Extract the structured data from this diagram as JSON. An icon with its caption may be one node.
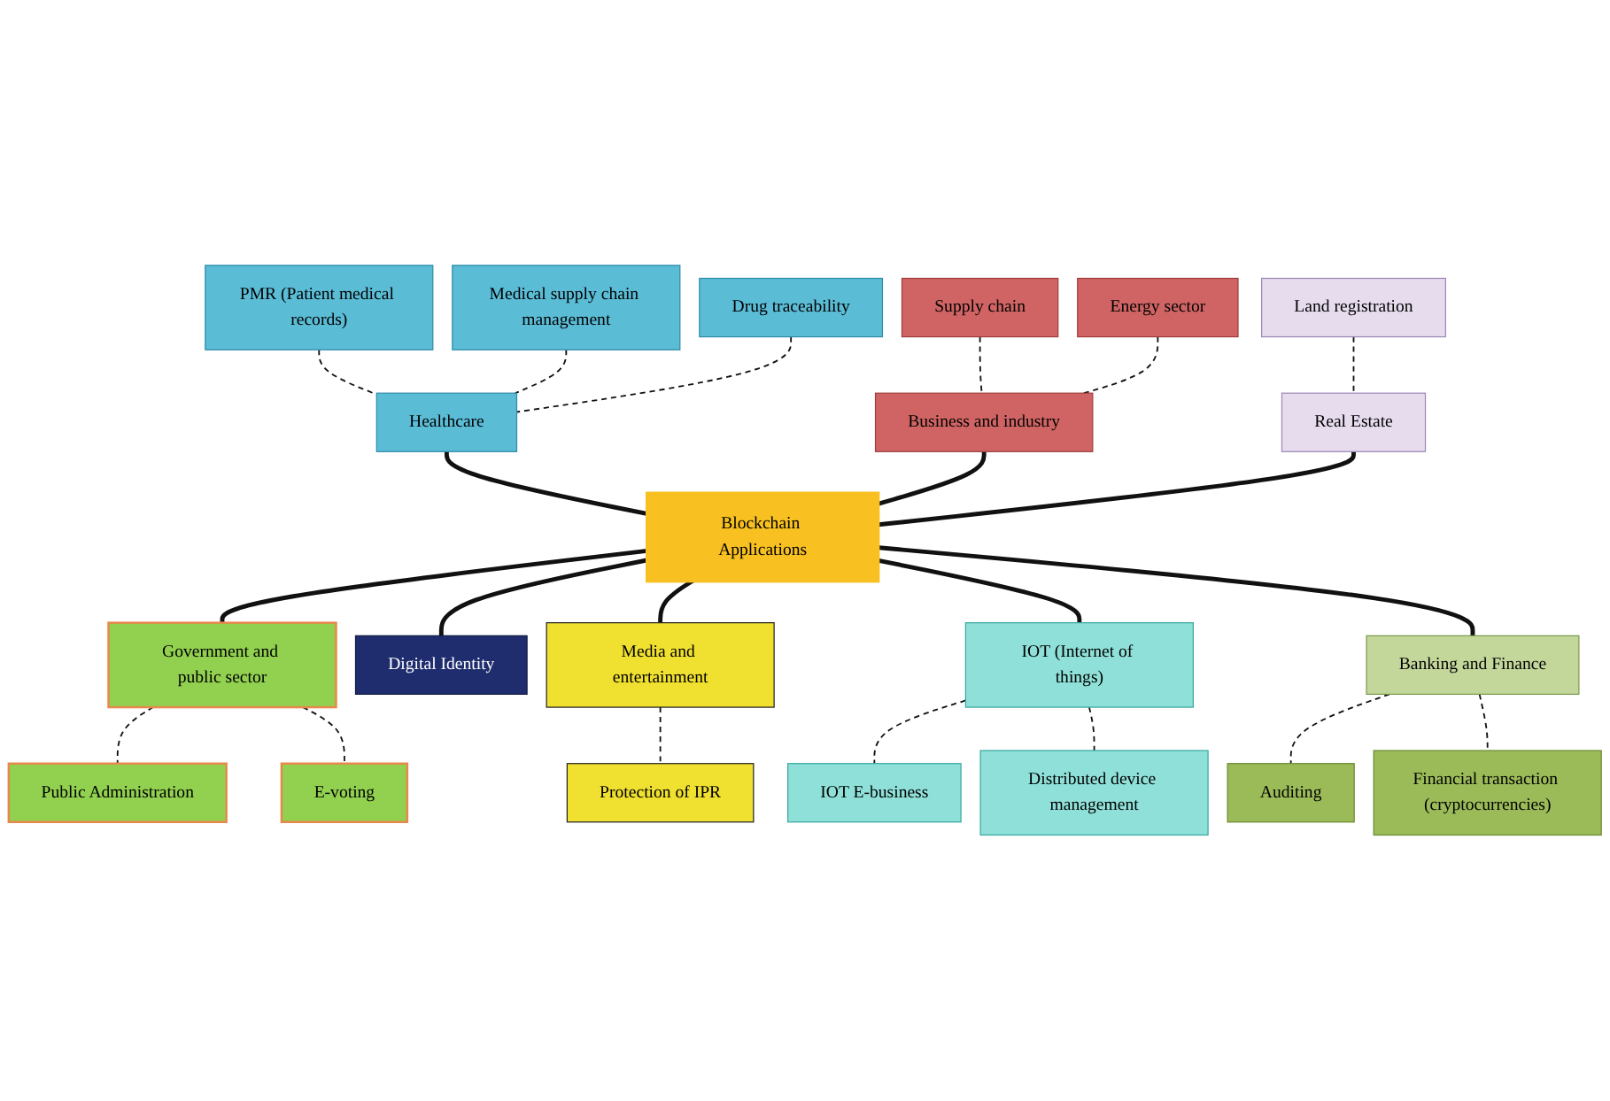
{
  "diagram": {
    "nodes": [
      {
        "text": [
          "PMR (Patient medical records)"
        ]
      },
      {
        "text": [
          "Medical supply chain management"
        ]
      },
      {
        "text": [
          "Drug traceability"
        ]
      },
      {
        "text": [
          "Healthcare"
        ]
      },
      {
        "text": [
          "Supply chain"
        ]
      },
      {
        "text": [
          "Energy sector"
        ]
      },
      {
        "text": [
          "Business and industry"
        ]
      },
      {
        "text": [
          "Land registration"
        ]
      },
      {
        "text": [
          "Real Estate"
        ]
      },
      {
        "text": [
          "Blockchain Applications"
        ]
      },
      {
        "text": [
          "Public Administration"
        ]
      },
      {
        "text": [
          "Government and public sector"
        ]
      },
      {
        "text": [
          "E-voting"
        ]
      },
      {
        "text": [
          "Digital Identity"
        ]
      },
      {
        "text": [
          "Media and entertainment"
        ]
      },
      {
        "text": [
          "Protection of IPR"
        ]
      },
      {
        "text": [
          "IOT (Internet of things)"
        ]
      },
      {
        "text": [
          "Banking and Finance"
        ]
      },
      {
        "text": [
          "IOT E-business"
        ]
      },
      {
        "text": [
          "Distributed device management"
        ]
      },
      {
        "text": [
          "Auditing"
        ]
      },
      {
        "text": [
          "Financial transaction (cryptocurrencies)"
        ]
      }
    ],
    "edges": [
      {
        "from": 0,
        "to": 3,
        "arrow": "none",
        "style": "dashed"
      },
      {
        "from": 1,
        "to": 3,
        "arrow": "none",
        "style": "dashed"
      },
      {
        "from": 2,
        "to": 3,
        "arrow": "none",
        "style": "dashed"
      },
      {
        "from": 4,
        "to": 6,
        "arrow": "none",
        "style": "dashed"
      },
      {
        "from": 5,
        "to": 6,
        "arrow": "none",
        "style": "dashed"
      },
      {
        "from": 7,
        "to": 8,
        "arrow": "none",
        "style": "dashed"
      },
      {
        "from": 3,
        "to": 9,
        "arrow": "none",
        "style": "thick"
      },
      {
        "from": 6,
        "to": 9,
        "arrow": "none",
        "style": "thick"
      },
      {
        "from": 8,
        "to": 9,
        "arrow": "none",
        "style": "thick"
      },
      {
        "from": 9,
        "to": 11,
        "arrow": "none",
        "style": "thick"
      },
      {
        "from": 9,
        "to": 13,
        "arrow": "none",
        "style": "thick"
      },
      {
        "from": 9,
        "to": 14,
        "arrow": "none",
        "style": "thick"
      },
      {
        "from": 9,
        "to": 16,
        "arrow": "none",
        "style": "thick"
      },
      {
        "from": 9,
        "to": 17,
        "arrow": "none",
        "style": "thick"
      },
      {
        "from": 11,
        "to": 10,
        "arrow": "none",
        "style": "dashed"
      },
      {
        "from": 11,
        "to": 12,
        "arrow": "none",
        "style": "dashed"
      },
      {
        "from": 14,
        "to": 15,
        "arrow": "none",
        "style": "dashed"
      },
      {
        "from": 16,
        "to": 18,
        "arrow": "none",
        "style": "dashed"
      },
      {
        "from": 16,
        "to": 19,
        "arrow": "none",
        "style": "dashed"
      },
      {
        "from": 17,
        "to": 20,
        "arrow": "none",
        "style": "dashed"
      },
      {
        "from": 17,
        "to": 21,
        "arrow": "none",
        "style": "dashed"
      }
    ]
  }
}
